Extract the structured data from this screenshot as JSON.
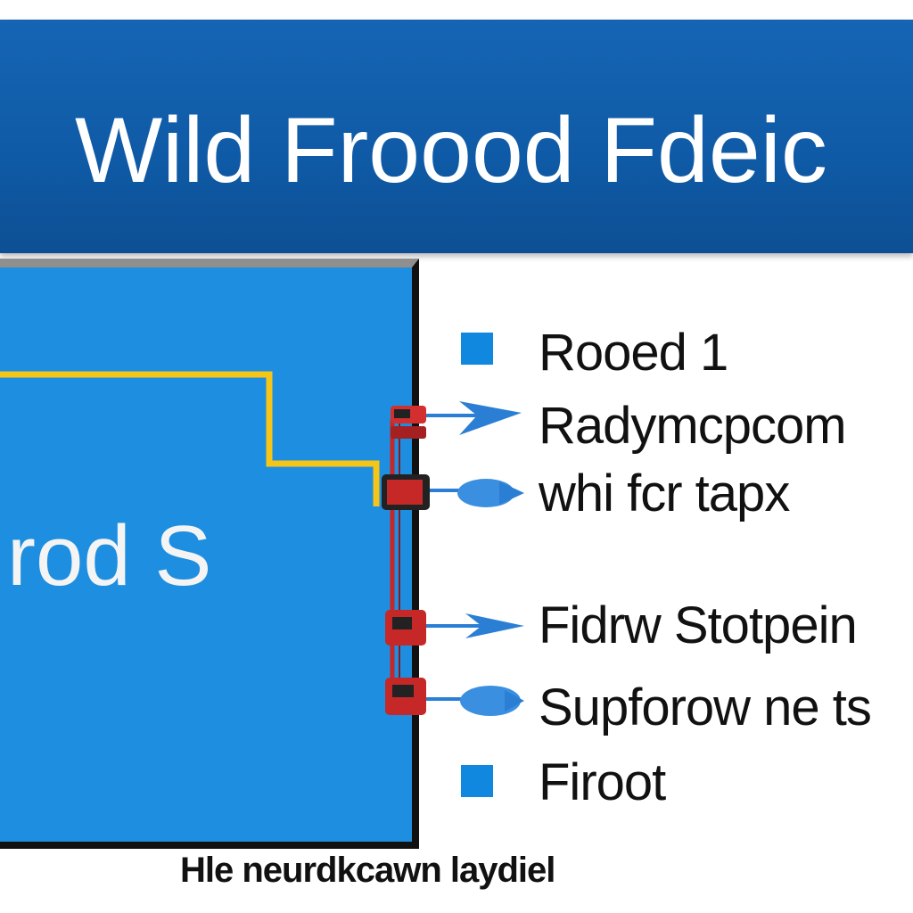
{
  "title": "Wild Froood Fdeic",
  "panel": {
    "label": "rod S",
    "fill_color": "#1e8ee0",
    "trace_color": "#f5c518"
  },
  "legend": [
    {
      "text": "Rooed 1",
      "marker": true
    },
    {
      "text": "Radymcpcom",
      "marker": false,
      "arrow": true
    },
    {
      "text": "whi fcr tapx",
      "marker": false,
      "arrow": true
    },
    {
      "text": "Fidrw Stotpein",
      "marker": false,
      "arrow": true
    },
    {
      "text": "Supforow ne ts",
      "marker": false,
      "arrow": true
    },
    {
      "text": "Firoot",
      "marker": true
    }
  ],
  "footer": "Hle neurdkcawn laydiel",
  "colors": {
    "banner": "#1565b4",
    "marker": "#1088e0",
    "connector": "#d32f2f",
    "arrow": "#2a7fd4"
  }
}
